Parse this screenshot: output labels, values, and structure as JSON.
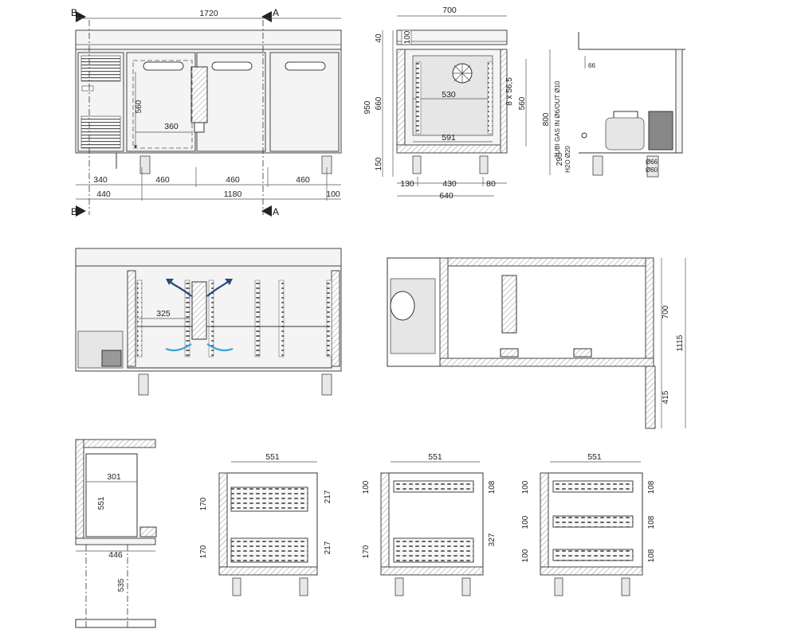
{
  "section_labels": {
    "b": "B",
    "a": "A"
  },
  "front_view": {
    "overall_width": "1720",
    "dims_top_row": [
      "340",
      "460",
      "460",
      "460"
    ],
    "dims_bottom_row": [
      "440",
      "1180",
      "100"
    ],
    "door_height": "560",
    "door_inner_width": "360",
    "shelf_width": "325"
  },
  "side_view": {
    "overall_depth": "700",
    "dims_left": [
      "40",
      "100",
      "660",
      "950",
      "150"
    ],
    "inner_width": "530",
    "inner_height": "560",
    "guide_label": "8 x 56,5",
    "interior_width": "591",
    "dims_bottom": [
      "130",
      "430",
      "80"
    ],
    "footprint_depth": "640"
  },
  "connections_view": {
    "height": "800",
    "gas_label": "TUBI GAS IN Ø6/OUT Ø10",
    "water_label": "H2O Ø20",
    "drain_height": "295",
    "top_offset": "66",
    "pipe_labels": [
      "Ø66",
      "Ø60"
    ]
  },
  "plan_view": {
    "depth": "700",
    "total_depth": "1115",
    "cutout_depth": "415"
  },
  "pan_view": {
    "width": "301",
    "height": "551",
    "base_width": "446",
    "drop_height": "535"
  },
  "drawer_views": [
    {
      "width": "551",
      "heights_left": [
        "170",
        "170"
      ],
      "heights_right": [
        "217",
        "217"
      ]
    },
    {
      "width": "551",
      "heights_left": [
        "100",
        "170"
      ],
      "heights_right": [
        "108",
        "327"
      ]
    },
    {
      "width": "551",
      "heights_left": [
        "100",
        "100",
        "100"
      ],
      "heights_right": [
        "108",
        "108",
        "108"
      ]
    }
  ],
  "colors": {
    "line": "#333333",
    "hatch": "#777777",
    "arrow_warm": "#2a4a7a",
    "arrow_cold": "#3a9fd6"
  }
}
